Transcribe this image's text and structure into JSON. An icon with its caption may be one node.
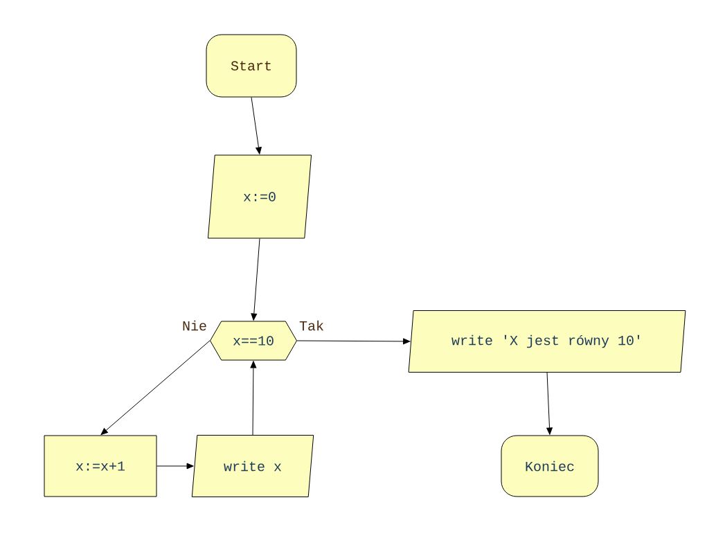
{
  "diagram": {
    "nodes": [
      {
        "text": [
          "Start"
        ]
      },
      {
        "text": [
          "x:=0"
        ]
      },
      {
        "text": [
          "x==10"
        ]
      },
      {
        "text": [
          "write 'X jest równy 10'"
        ]
      },
      {
        "text": [
          "x:=x+1"
        ]
      },
      {
        "text": [
          "write x"
        ]
      },
      {
        "text": [
          "Koniec"
        ]
      }
    ],
    "edges": [
      {
        "from": 0,
        "to": 1,
        "arrow": "to"
      },
      {
        "from": 1,
        "to": 2,
        "arrow": "to"
      },
      {
        "from": 2,
        "to": 3,
        "arrow": "to",
        "label": "Tak"
      },
      {
        "from": 2,
        "to": 4,
        "arrow": "to",
        "label": "Nie"
      },
      {
        "from": 4,
        "to": 5,
        "arrow": "to"
      },
      {
        "from": 5,
        "to": 2,
        "arrow": "to"
      },
      {
        "from": 3,
        "to": 6,
        "arrow": "to"
      }
    ]
  }
}
